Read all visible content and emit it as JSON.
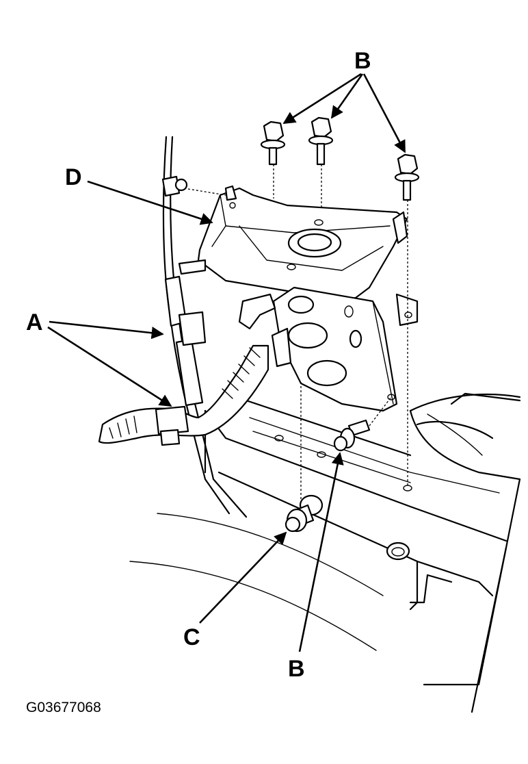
{
  "callouts": {
    "A": "A",
    "B_top": "B",
    "B_bottom": "B",
    "C": "C",
    "D": "D"
  },
  "figure_code": "G03677068",
  "colors": {
    "line": "#000000",
    "background": "#ffffff"
  }
}
